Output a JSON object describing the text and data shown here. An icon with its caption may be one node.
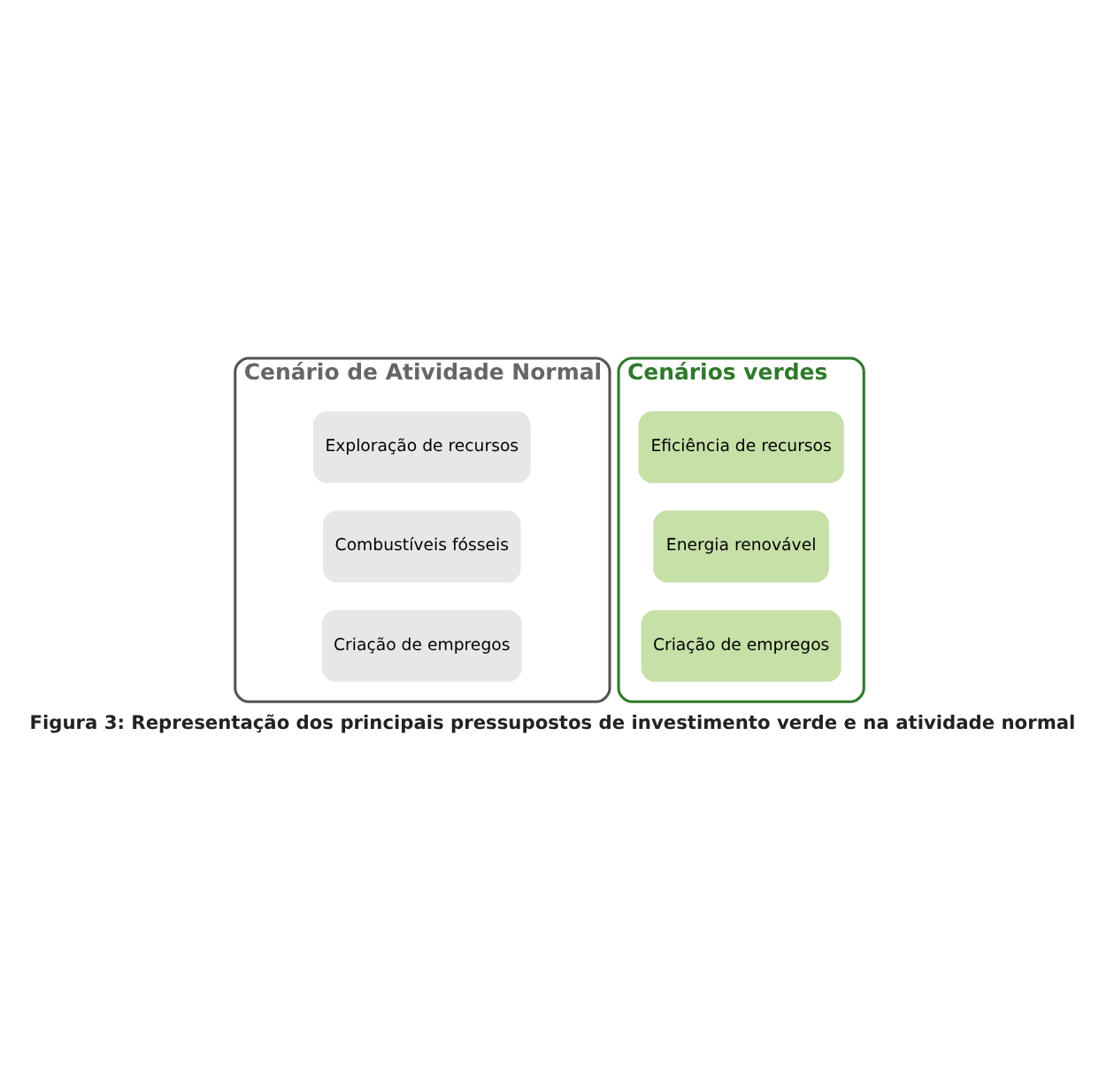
{
  "diagram": {
    "caption": "Figura 3: Representação dos principais pressupostos de investimento verde e na atividade normal",
    "nodes": [
      {
        "text": [
          "Cenário de Atividade Normal"
        ]
      },
      {
        "text": [
          "Exploração de recursos"
        ],
        "in": 0
      },
      {
        "text": [
          "Combustíveis fósseis"
        ],
        "in": 0
      },
      {
        "text": [
          "Criação de empregos"
        ],
        "in": 0
      },
      {
        "text": [
          "Cenários verdes"
        ]
      },
      {
        "text": [
          "Eficiência de recursos"
        ],
        "in": 4
      },
      {
        "text": [
          "Energia renovável"
        ],
        "in": 4
      },
      {
        "text": [
          "Criação de empregos"
        ],
        "in": 4
      }
    ],
    "edges": []
  }
}
